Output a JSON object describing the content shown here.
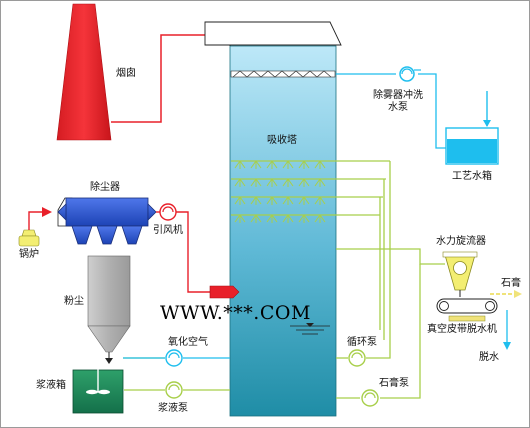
{
  "labels": {
    "chimney": "烟囱",
    "absorber": "吸收塔",
    "demister_pump": "除雾器冲洗\n水泵",
    "process_tank": "工艺水箱",
    "dust_collector": "除尘器",
    "boiler": "锅炉",
    "fan": "引风机",
    "dust": "粉尘",
    "hydrocyclone": "水力旋流器",
    "gypsum": "石膏",
    "belt_filter": "真空皮带脱水机",
    "dehydration": "脱水",
    "oxidation_air": "氧化空气",
    "circulation_pump": "循环泵",
    "gypsum_pump": "石膏泵",
    "slurry_tank": "浆液箱",
    "slurry_pump": "浆液泵"
  },
  "watermark": "WWW.***.COM",
  "colors": {
    "flue_gas": "#e8202a",
    "chimney": "#e8202a",
    "water": "#1ebeee",
    "slurry_line": "#a8cf4a",
    "absorber_top": "#bde8f8",
    "absorber_bottom": "#1f8da6",
    "dust_collector": "#2a55d0",
    "silo": "#b7b7b7",
    "slurry_tank": "#1c8a57",
    "belt_support": "#f0e37a",
    "hydrocyclone": "#f3ee72"
  }
}
